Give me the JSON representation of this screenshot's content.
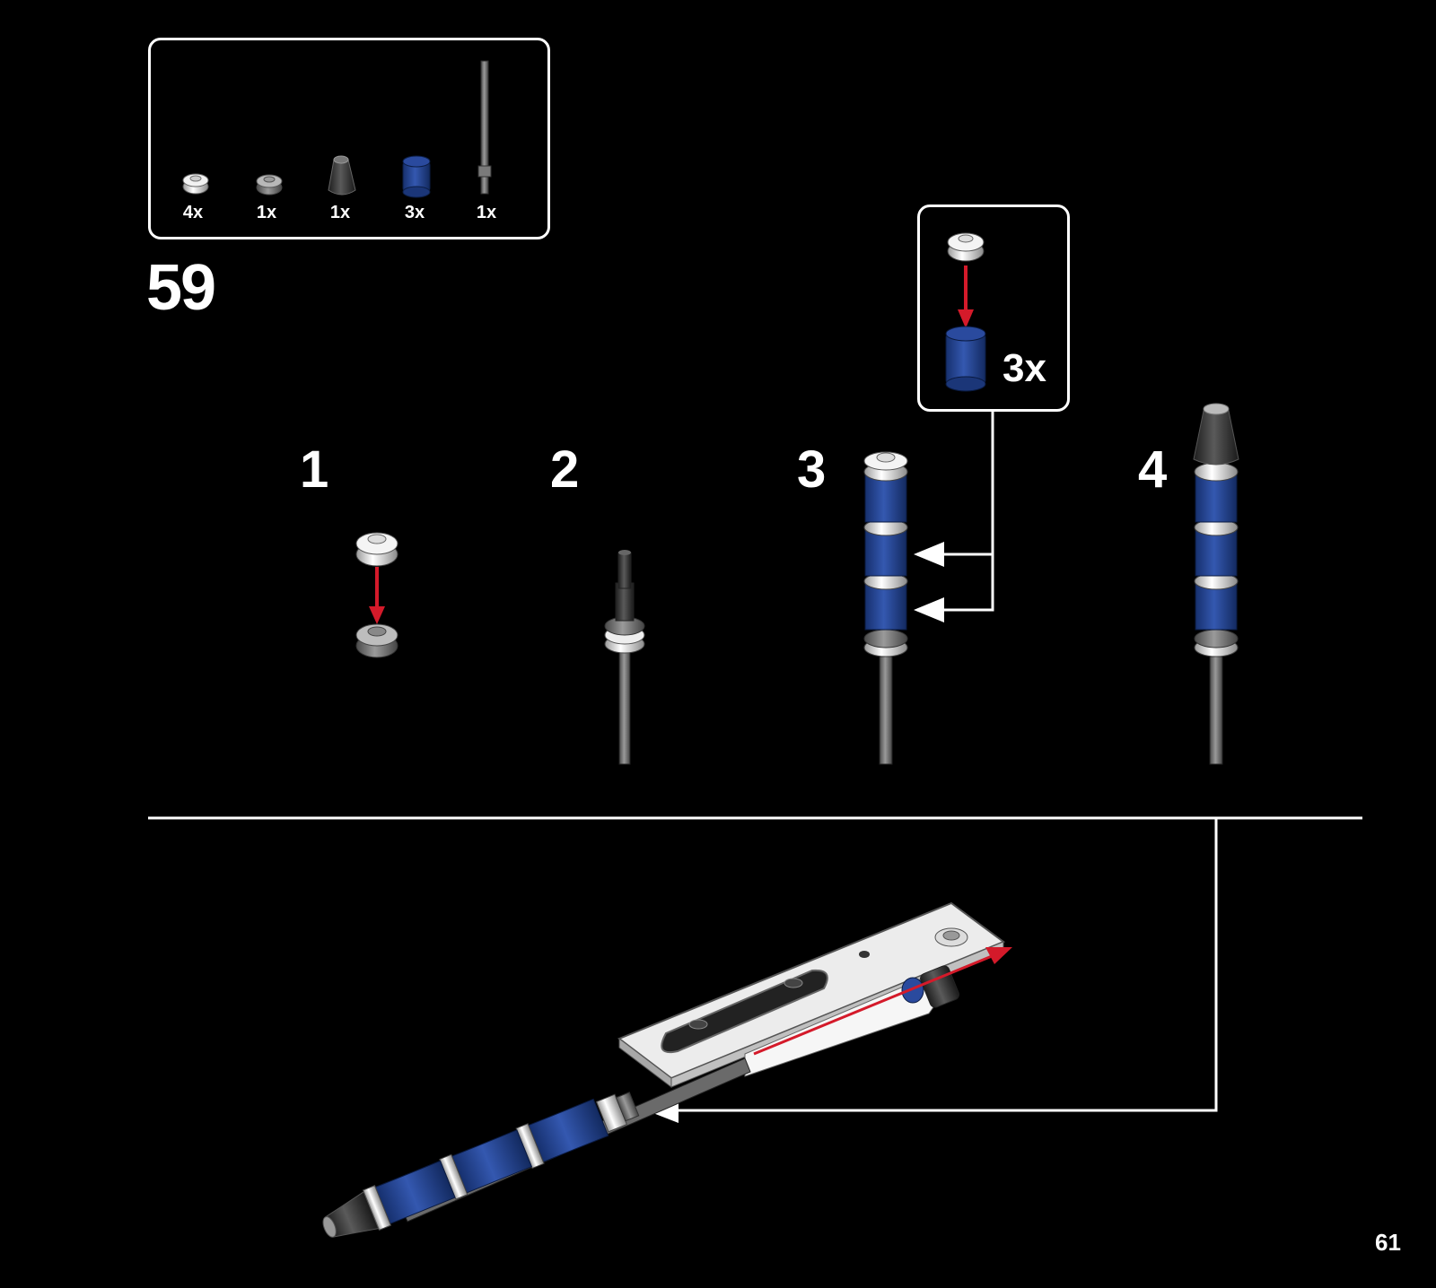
{
  "step": {
    "number": "59"
  },
  "parts_list": [
    {
      "name": "white-round-plate",
      "qty": "4x",
      "color": "#e8e8e8"
    },
    {
      "name": "light-gray-round-plate",
      "qty": "1x",
      "color": "#a8a8a8"
    },
    {
      "name": "dark-gray-cone",
      "qty": "1x",
      "color": "#3a3a3a"
    },
    {
      "name": "blue-round-brick",
      "qty": "3x",
      "color": "#1f3f8f"
    },
    {
      "name": "gray-bar",
      "qty": "1x",
      "color": "#6a6a6a"
    }
  ],
  "substeps": [
    {
      "label": "1"
    },
    {
      "label": "2"
    },
    {
      "label": "3"
    },
    {
      "label": "4"
    }
  ],
  "callout": {
    "qty": "3x"
  },
  "page": {
    "number": "61"
  },
  "colors": {
    "background": "#000000",
    "line": "#ffffff",
    "arrow_red": "#d41a2a",
    "blue": "#1f3f8f"
  }
}
